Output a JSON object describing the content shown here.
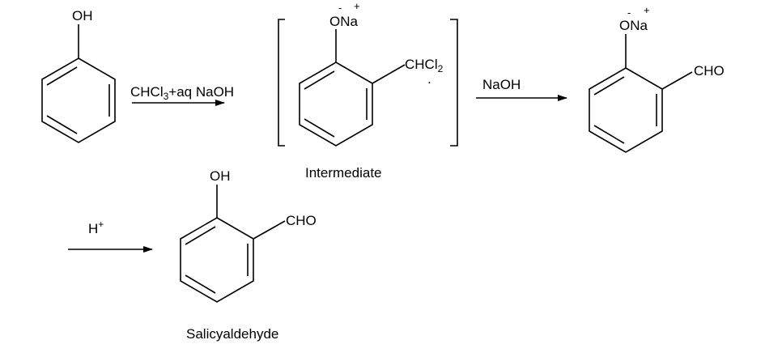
{
  "scheme": {
    "phenol": {
      "substituent": "OH"
    },
    "step1": {
      "reagent_main": "CHCl",
      "reagent_sub": "3",
      "reagent_rest": "+aq NaOH"
    },
    "intermediate": {
      "o_label": "ONa",
      "minus_sign": "-",
      "plus_sign": "+",
      "group_main": "CHCl",
      "group_sub": "2",
      "stray_dot": ".",
      "caption": "Intermediate"
    },
    "step2": {
      "reagent": "NaOH"
    },
    "phenoxide_aldehyde": {
      "o_label": "ONa",
      "minus_sign": "-",
      "plus_sign": "+",
      "group": "CHO"
    },
    "step3": {
      "reagent_main": "H",
      "reagent_sup": "+"
    },
    "product": {
      "substituent": "OH",
      "group": "CHO",
      "caption": "Salicyaldehyde"
    }
  }
}
